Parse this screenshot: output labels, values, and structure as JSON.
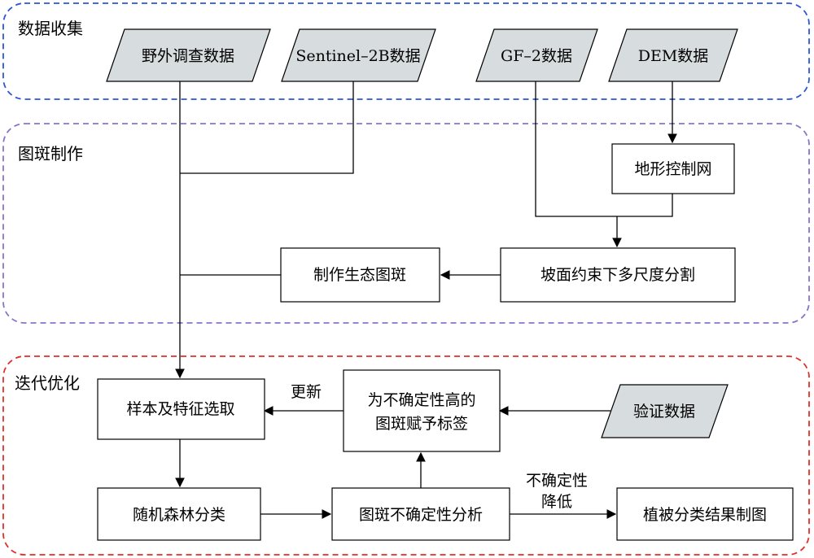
{
  "colors": {
    "data_collection_border": "#2b57d6",
    "patch_making_border": "#8a73c9",
    "iterative_border": "#e0302a",
    "input_fill": "#d7dcde",
    "box_stroke": "#000000"
  },
  "groups": {
    "data_collection": "数据收集",
    "patch_making": "图斑制作",
    "iterative": "迭代优化"
  },
  "nodes": {
    "field_survey": "野外调查数据",
    "sentinel": "Sentinel–2B数据",
    "gf2": "GF–2数据",
    "dem": "DEM数据",
    "terrain_net": "地形控制网",
    "segmentation": "坡面约束下多尺度分割",
    "make_patches": "制作生态图斑",
    "sample_select": "样本及特征选取",
    "assign_label_line1": "为不确定性高的",
    "assign_label_line2": "图斑赋予标签",
    "validation": "验证数据",
    "random_forest": "随机森林分类",
    "uncertainty": "图斑不确定性分析",
    "result_map": "植被分类结果制图"
  },
  "edges": {
    "update": "更新",
    "uncertainty_low_line1": "不确定性",
    "uncertainty_low_line2": "降低"
  }
}
